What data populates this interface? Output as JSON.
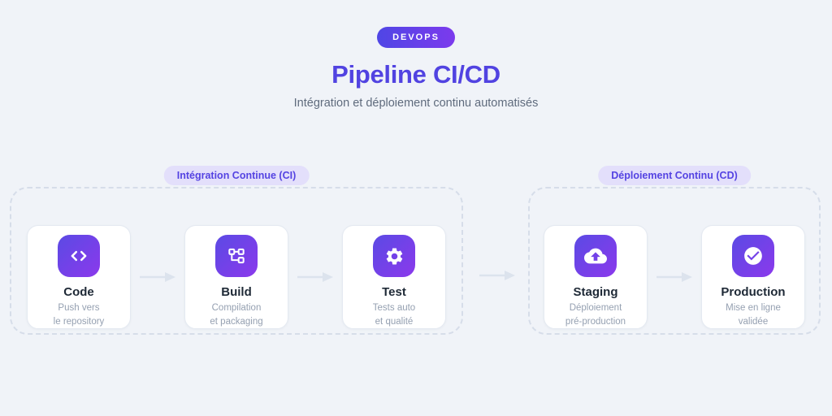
{
  "badge": {
    "label": "DEVOPS"
  },
  "header": {
    "title": "Pipeline CI/CD",
    "subtitle": "Intégration et déploiement continu automatisés"
  },
  "groups": [
    {
      "label": "Intégration Continue (CI)",
      "steps": [
        {
          "icon": "code-icon",
          "title": "Code",
          "desc1": "Push vers",
          "desc2": "le repository"
        },
        {
          "icon": "build-schema-icon",
          "title": "Build",
          "desc1": "Compilation",
          "desc2": "et packaging"
        },
        {
          "icon": "gear-icon",
          "title": "Test",
          "desc1": "Tests auto",
          "desc2": "et qualité"
        }
      ]
    },
    {
      "label": "Déploiement Continu (CD)",
      "steps": [
        {
          "icon": "cloud-upload-icon",
          "title": "Staging",
          "desc1": "Déploiement",
          "desc2": "pré-production"
        },
        {
          "icon": "check-circle-icon",
          "title": "Production",
          "desc1": "Mise en ligne",
          "desc2": "validée"
        }
      ]
    }
  ],
  "colors": {
    "background": "#f0f3f8",
    "badge_gradient_start": "#4f46e5",
    "badge_gradient_end": "#7c3aed",
    "title_text": "#5143e1",
    "subtitle_text": "#5f6b7d",
    "group_label_bg": "#e3dffb",
    "group_label_text": "#5443e2",
    "group_dashed_border": "#d6dde9",
    "card_bg": "#ffffff",
    "card_border": "#e4e9f1",
    "card_title_text": "#1e2936",
    "card_desc_text": "#95a0b1",
    "icon_gradient_start": "#5b4ae4",
    "icon_gradient_end": "#8b39ec",
    "arrow": "#dce3ed"
  }
}
